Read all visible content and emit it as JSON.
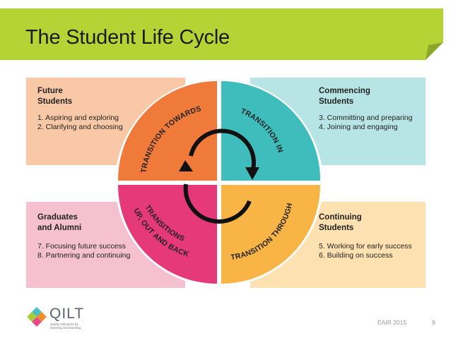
{
  "slide": {
    "title": "The Student Life Cycle",
    "footer_event": "EAIR 2015",
    "page_number": "9"
  },
  "logo": {
    "word": "QILT",
    "tagline_1": "quality indicators for",
    "tagline_2": "learning and teaching"
  },
  "boxes": [
    {
      "heading_1": "Future",
      "heading_2": "Students",
      "items": [
        "1.  Aspiring and exploring",
        "2.  Clarifying and choosing"
      ],
      "color": "#f9c9a7"
    },
    {
      "heading_1": "Commencing",
      "heading_2": "Students",
      "items": [
        "3.  Committing and preparing",
        "4.  Joining and engaging"
      ],
      "color": "#b7e4e4"
    },
    {
      "heading_1": "Graduates",
      "heading_2": "and Alumni",
      "items": [
        "7.  Focusing future success",
        "8.  Partnering and continuing"
      ],
      "color": "#f5c0d0"
    },
    {
      "heading_1": "Continuing",
      "heading_2": "Students",
      "items": [
        "5.  Working for early success",
        "6.  Building on success"
      ],
      "color": "#fde1b0"
    }
  ],
  "quadrants": [
    {
      "label": "TRANSITION TOWARDS",
      "color": "#ef7a3a"
    },
    {
      "label": "TRANSITION IN",
      "color": "#3fbcbc"
    },
    {
      "label_1": "TRANSITIONS",
      "label_2": "UP, OUT AND BACK",
      "color": "#e5397a"
    },
    {
      "label": "TRANSITION THROUGH",
      "color": "#f8b545"
    }
  ],
  "colors": {
    "title_bar": "#b5d334",
    "title_bar_fold": "#8aa72a"
  }
}
